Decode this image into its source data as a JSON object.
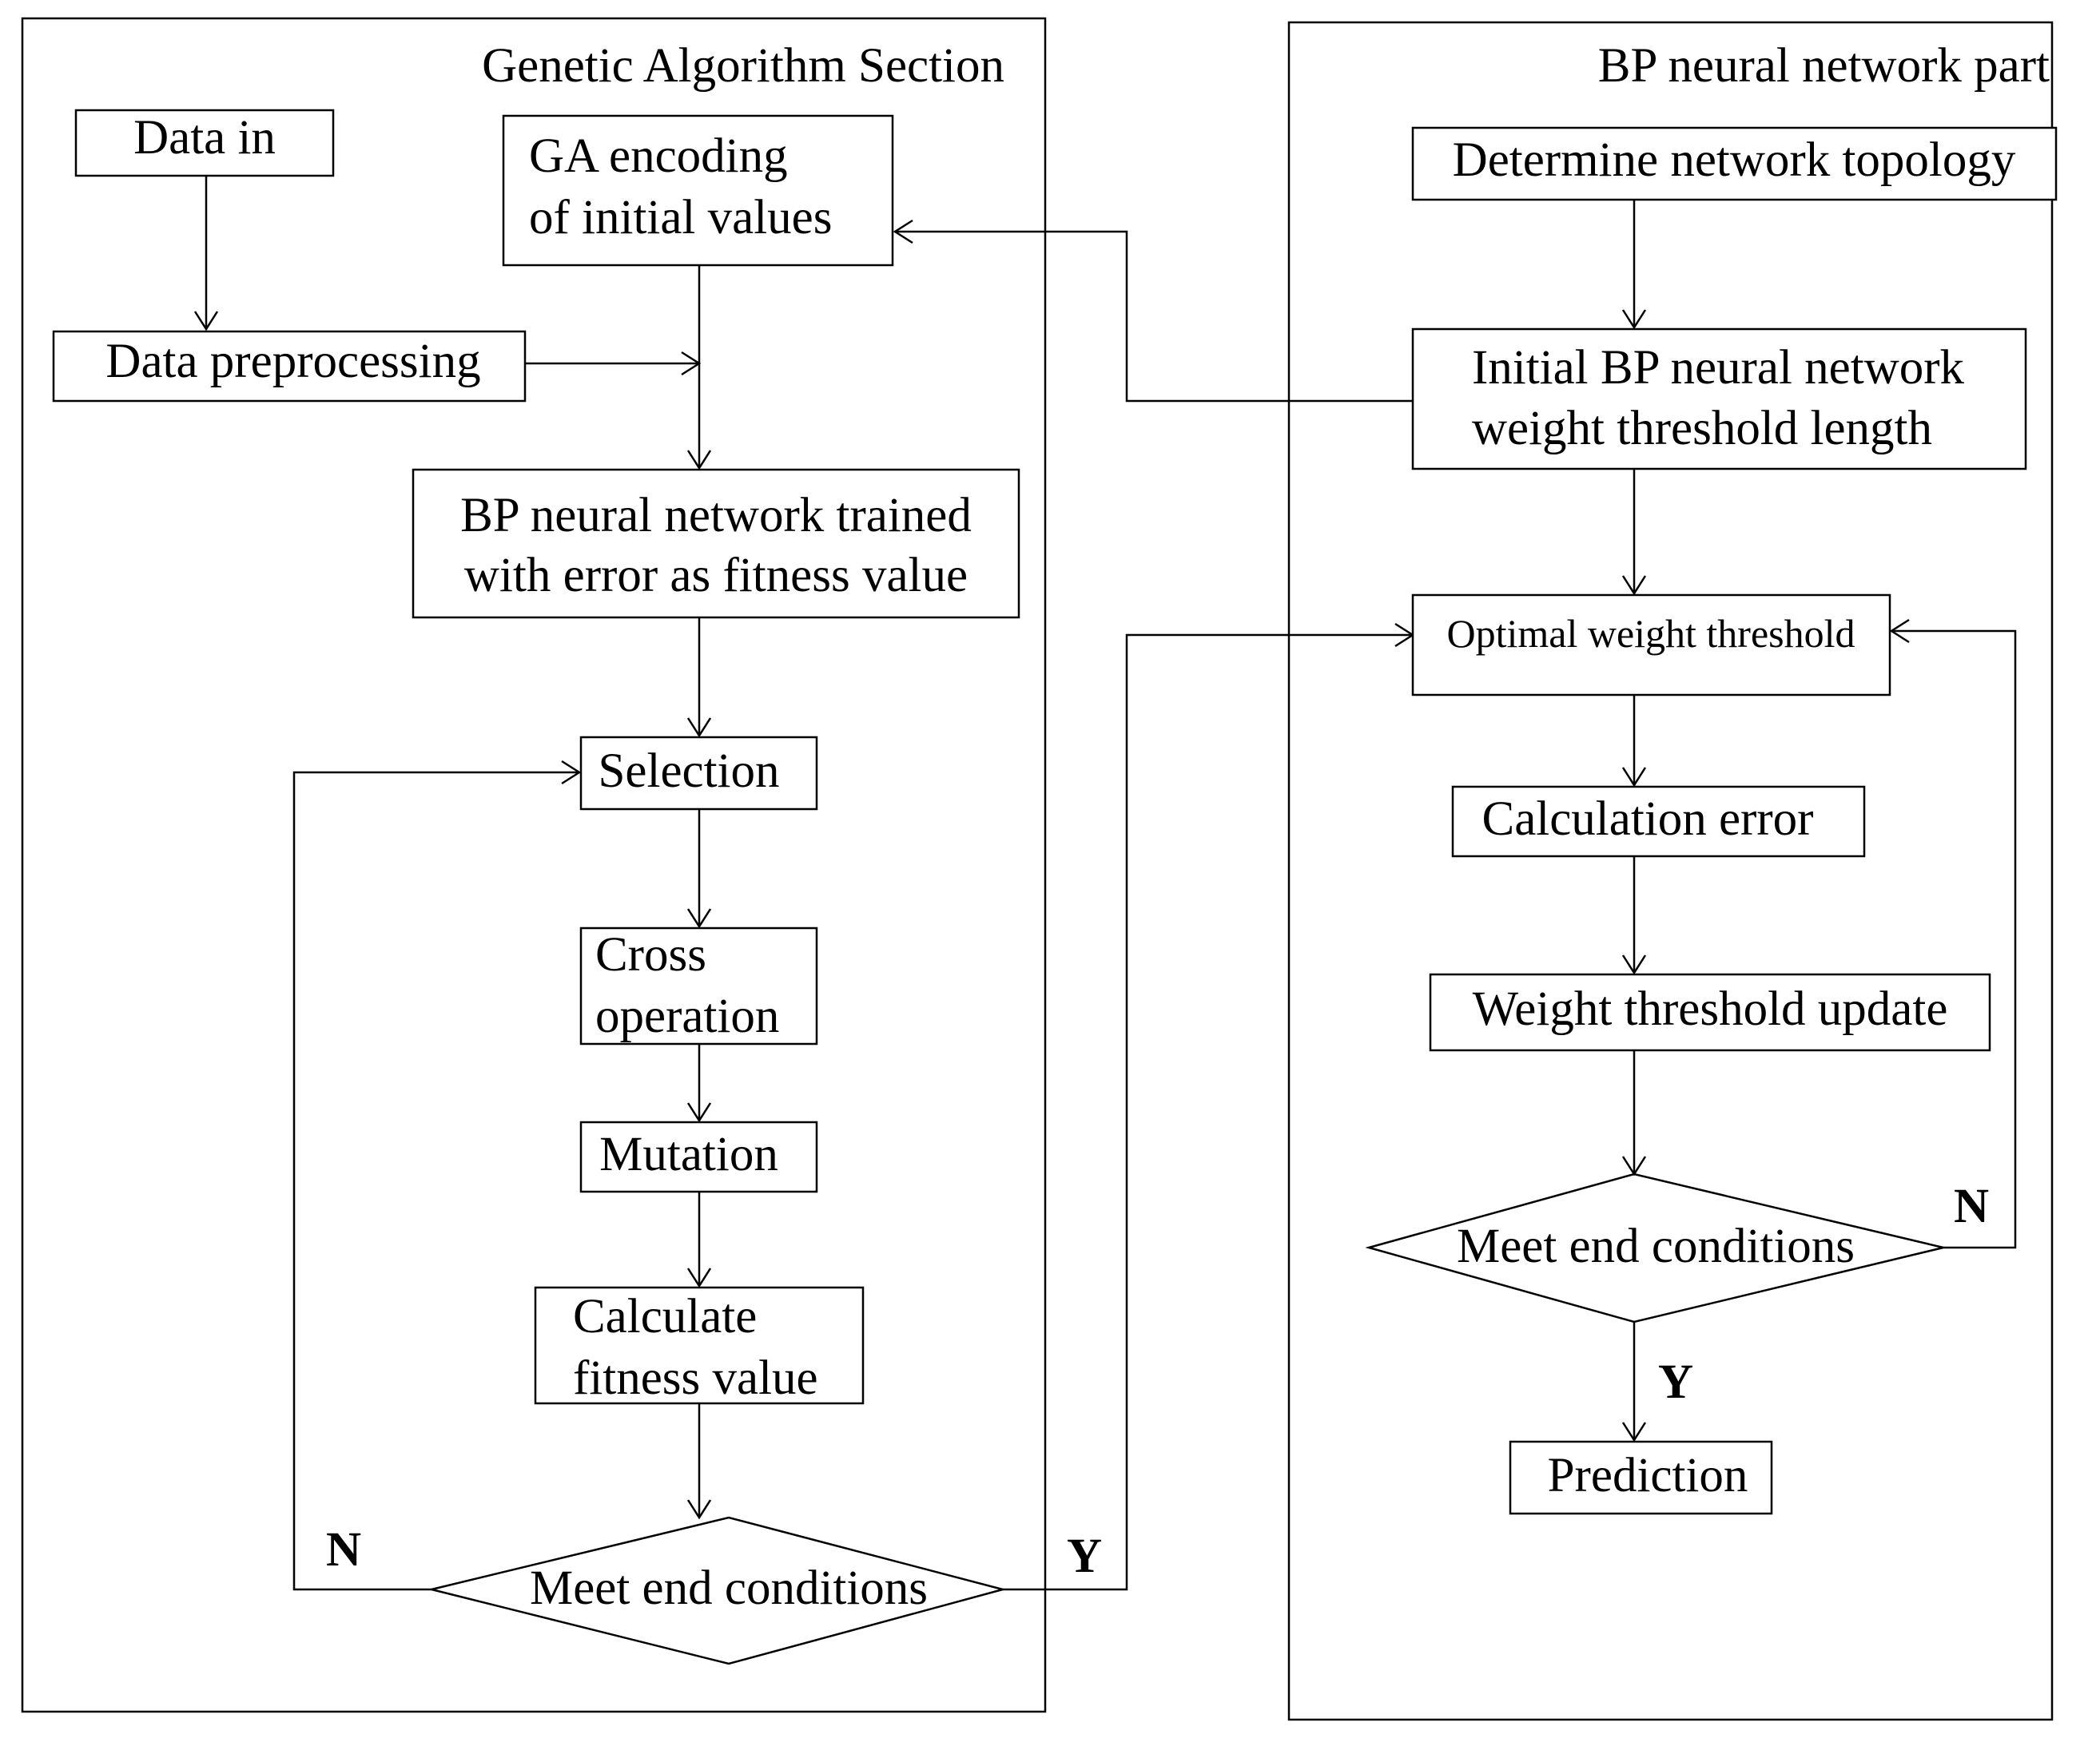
{
  "sections": {
    "ga_title": "Genetic Algorithm Section",
    "bp_title": "BP neural network part"
  },
  "nodes": {
    "data_in": "Data in",
    "data_preprocessing": "Data preprocessing",
    "ga_encoding": [
      "GA encoding",
      "of initial values"
    ],
    "bp_trained": [
      "BP neural network trained",
      "with error as fitness value"
    ],
    "selection": "Selection",
    "cross_operation": [
      "Cross",
      "operation"
    ],
    "mutation": "Mutation",
    "calculate_fitness": [
      "Calculate",
      "fitness value"
    ],
    "ga_decision": "Meet end conditions",
    "determine_topology": "Determine network topology",
    "initial_bp_length": [
      "Initial BP neural network",
      "weight threshold length"
    ],
    "optimal_weight_threshold": "Optimal weight threshold",
    "calculation_error": "Calculation error",
    "weight_threshold_update": "Weight threshold update",
    "bp_decision": "Meet end conditions",
    "prediction": "Prediction"
  },
  "edge_labels": {
    "ga_no": "N",
    "ga_yes": "Y",
    "bp_no": "N",
    "bp_yes": "Y"
  }
}
